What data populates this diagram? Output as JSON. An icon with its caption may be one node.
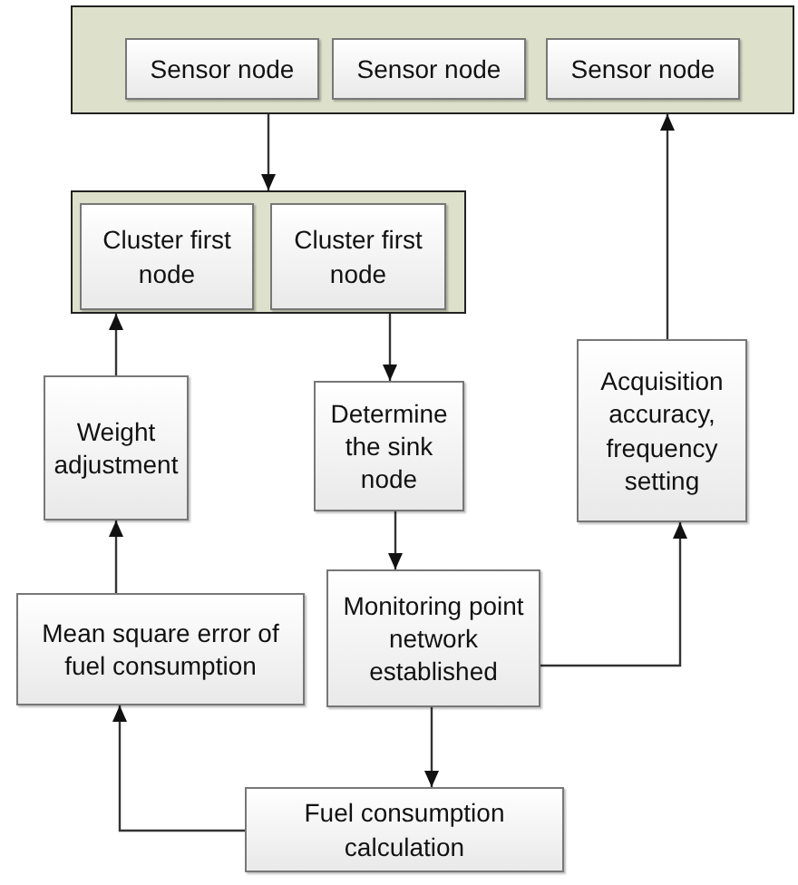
{
  "diagram": {
    "nodes": [
      {
        "text": [],
        "shape": "box"
      },
      {
        "text": [
          "Sensor node"
        ],
        "in": 0
      },
      {
        "text": [
          "Sensor node"
        ],
        "in": 0
      },
      {
        "text": [
          "Sensor node"
        ],
        "in": 0
      },
      {
        "text": [],
        "shape": "box"
      },
      {
        "text": [
          "Cluster first node"
        ],
        "in": 4
      },
      {
        "text": [
          "Cluster first node"
        ],
        "in": 4
      },
      {
        "text": [
          "Weight adjustment"
        ]
      },
      {
        "text": [
          "Determine the sink node"
        ]
      },
      {
        "text": [
          "Acquisition accuracy, frequency setting"
        ]
      },
      {
        "text": [
          "Mean square error of fuel consumption"
        ]
      },
      {
        "text": [
          "Monitoring point network established"
        ]
      },
      {
        "text": [
          "Fuel consumption calculation"
        ]
      }
    ],
    "edges": [
      {
        "from": 0,
        "to": 4,
        "arrow": "to"
      },
      {
        "from": 4,
        "to": 8,
        "arrow": "to"
      },
      {
        "from": 7,
        "to": 4,
        "arrow": "to"
      },
      {
        "from": 9,
        "to": 0,
        "arrow": "to"
      },
      {
        "from": 8,
        "to": 11,
        "arrow": "to"
      },
      {
        "from": 11,
        "to": 9,
        "arrow": "to"
      },
      {
        "from": 11,
        "to": 12,
        "arrow": "to"
      },
      {
        "from": 12,
        "to": 10,
        "arrow": "to"
      },
      {
        "from": 10,
        "to": 7,
        "arrow": "to"
      }
    ]
  }
}
